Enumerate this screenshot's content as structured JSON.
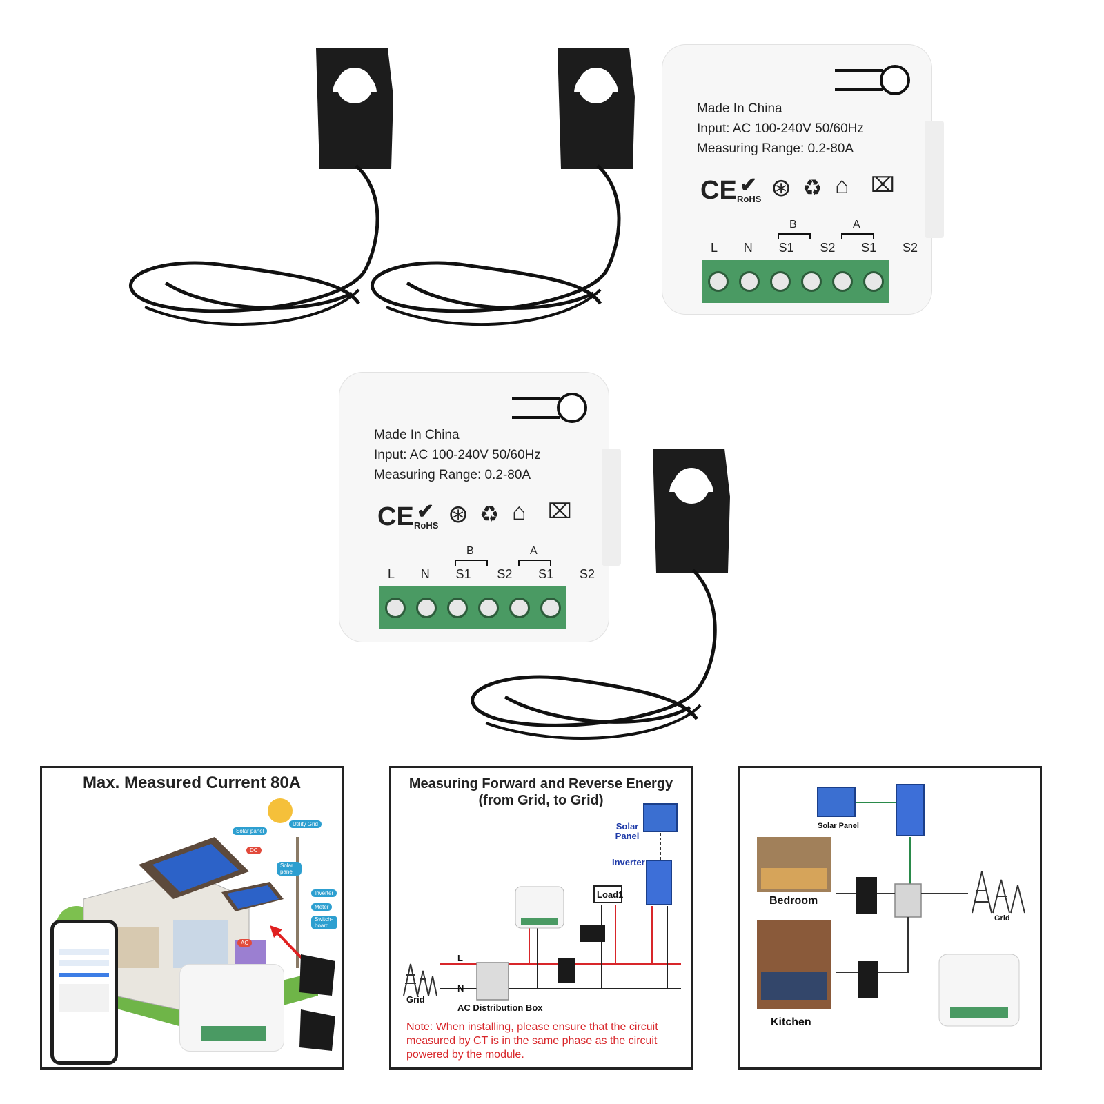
{
  "device": {
    "made_in": "Made In China",
    "input": "Input: AC 100-240V 50/60Hz",
    "range": "Measuring Range: 0.2-80A",
    "cert_ce": "CE",
    "cert_rohs": "RoHS",
    "terminals": [
      "L",
      "N",
      "S1",
      "S2",
      "S1",
      "S2"
    ],
    "group_b": "B",
    "group_a": "A"
  },
  "panel1": {
    "title": "Max. Measured Current 80A",
    "tags": [
      "Solar panel",
      "Utility Grid",
      "DC",
      "Solar panel",
      "Inverter",
      "Meter",
      "Switch-board",
      "AC"
    ]
  },
  "panel2": {
    "title_line1": "Measuring  Forward and Reverse Energy",
    "title_line2": "(from Grid, to Grid)",
    "solar": "Solar Panel",
    "inverter": "Inverter",
    "load": "Load1",
    "line_l": "L",
    "line_n": "N",
    "grid": "Grid",
    "box": "AC Distribution Box",
    "note_prefix": "Note:",
    "note_text": " When installing, please ensure that the circuit measured by CT is in the same phase as the circuit powered by the module."
  },
  "panel3": {
    "solar": "Solar Panel",
    "bedroom": "Bedroom",
    "kitchen": "Kitchen",
    "grid": "Grid"
  },
  "colors": {
    "terminal_green": "#4a9a63",
    "inverter_blue": "#3d6fd8",
    "wire_red": "#d8262a",
    "title_blue": "#1e3aa8"
  }
}
